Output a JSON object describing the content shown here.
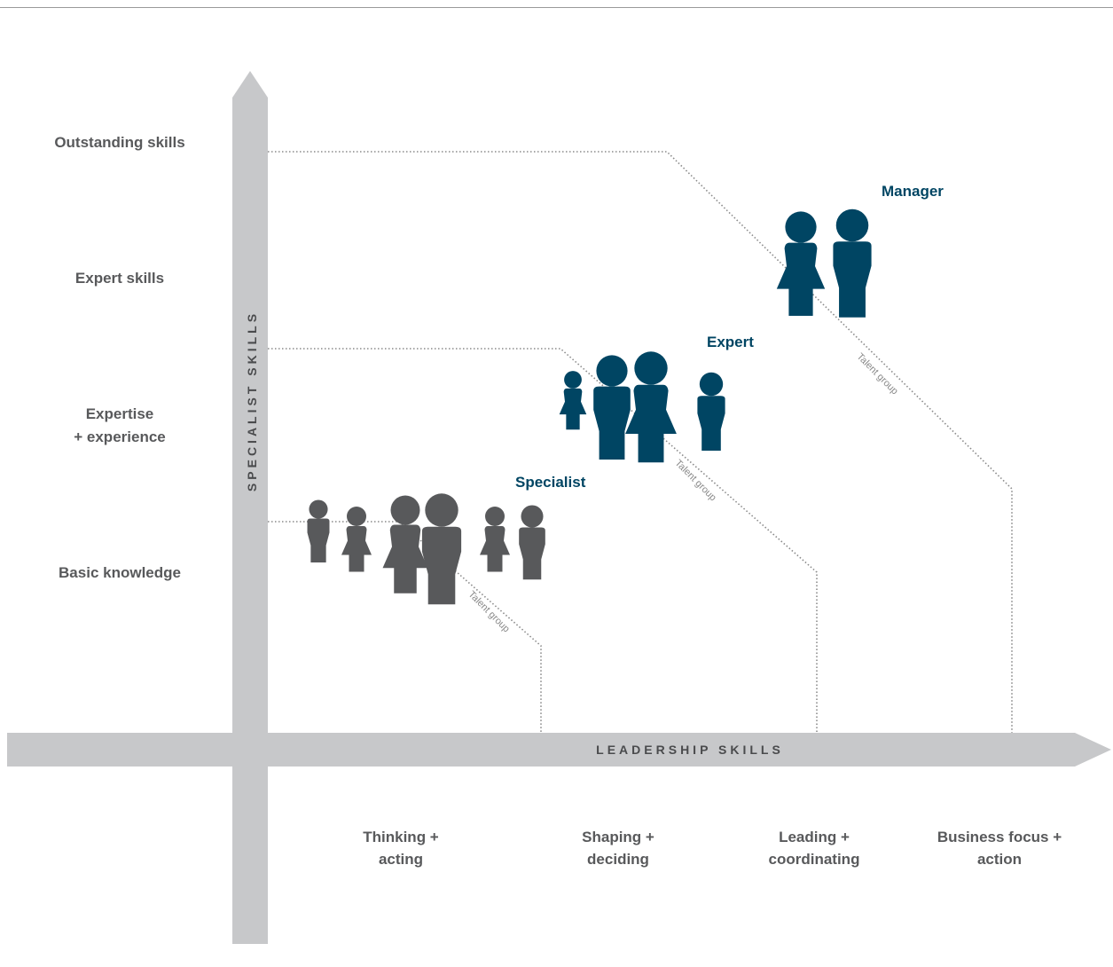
{
  "axes": {
    "y_title": "SPECIALIST SKILLS",
    "x_title": "LEADERSHIP SKILLS"
  },
  "y_levels": [
    {
      "label": "Outstanding skills"
    },
    {
      "label": "Expert skills"
    },
    {
      "label": "Expertise\n+ experience"
    },
    {
      "label": "Basic knowledge"
    }
  ],
  "x_levels": [
    {
      "label": "Thinking +\nacting"
    },
    {
      "label": "Shaping +\ndeciding"
    },
    {
      "label": "Leading +\ncoordinating"
    },
    {
      "label": "Business focus +\naction"
    }
  ],
  "groups": [
    {
      "name": "Specialist",
      "color": "#58595b",
      "talent_label": "Talent group"
    },
    {
      "name": "Expert",
      "color": "#004563",
      "talent_label": "Talent group"
    },
    {
      "name": "Manager",
      "color": "#004563",
      "talent_label": "Talent group"
    }
  ],
  "colors": {
    "axis": "#c7c8ca",
    "dots": "#8a8a8a",
    "label": "#58595b",
    "accent": "#004563"
  }
}
